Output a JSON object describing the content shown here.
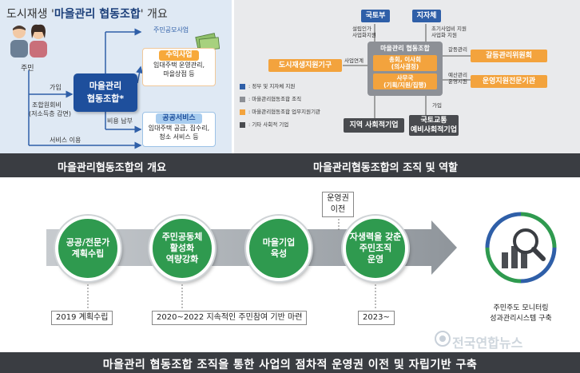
{
  "left_panel": {
    "title_prefix": "도시재생 '",
    "title_bold": "마을관리 협동조합",
    "title_suffix": "' 개요",
    "resident_label": "주민",
    "join_label": "가입",
    "union_fee_label": "조합원회비",
    "union_fee_note": "(저소득층 감면)",
    "coop_name_line1": "마을관리",
    "coop_name_line2": "협동조합*",
    "public_project_label": "주민공모사업",
    "revenue_header": "수익사업",
    "revenue_desc_line1": "임대주택 운영관리,",
    "revenue_desc_line2": "마을상점 등",
    "public_service_header": "공공서비스",
    "public_service_desc_line1": "임대주택 공급, 집수리,",
    "public_service_desc_line2": "청소 서비스 등",
    "cost_payment_label": "비용 납부",
    "service_use_label": "서비스 이용"
  },
  "right_panel": {
    "molit": "국토부",
    "local_gov": "지자체",
    "molit_note_line1": "설립인가",
    "molit_note_line2": "사업화지원",
    "local_note_line1": "초기사업비 지원",
    "local_note_line2": "사업화 지원",
    "center_title": "마을관리 협동조합",
    "general_meeting_line1": "총회, 이사회",
    "general_meeting_line2": "(의사결정)",
    "secretariat_line1": "사무국",
    "secretariat_line2": "(기획/지원/집행)",
    "urban_support": "도시재생지원기구",
    "business_support_label": "사업연계",
    "conflict_label": "갈등관리",
    "conflict_committee": "갈등관리위원회",
    "budget_label_line1": "예산관리",
    "budget_label_line2": "운영지원",
    "ops_support_agency": "운영지원전문기관",
    "local_social": "지역 사회적기업",
    "join_label": "가입",
    "molit_traffic_line1": "국토교통",
    "molit_traffic_line2": "예비사회적기업",
    "legend": [
      {
        "color": "#2f5fa8",
        "text": ": 정부 및 지자체 지원"
      },
      {
        "color": "#8d9096",
        "text": ": 마을관리협동조합 조직"
      },
      {
        "color": "#f3a33d",
        "text": ": 마을관리협동조합 업무지원기관"
      },
      {
        "color": "#494b4f",
        "text": ": 기타 사회적 기업"
      }
    ]
  },
  "captions": {
    "left": "마을관리협동조합의 개요",
    "right": "마을관리협동조합의 조직 및 역할"
  },
  "timeline": {
    "stages": [
      {
        "line1": "공공/전문가",
        "line2": "계획수립",
        "line3": "",
        "label": "2019 계획수립"
      },
      {
        "line1": "주민공동체",
        "line2": "활성화",
        "line3": "역량강화",
        "label": "2020~2022 지속적인 주민참여 기반 마련"
      },
      {
        "line1": "마을기업",
        "line2": "육성",
        "line3": "",
        "label": ""
      },
      {
        "line1": "자생력을 갖춘",
        "line2": "주민조직",
        "line3": "운영",
        "label": "2023~"
      }
    ],
    "handover_line1": "운영권",
    "handover_line2": "이전",
    "monitoring_line1": "주민주도 모니터링",
    "monitoring_line2": "성과관리시스템 구축"
  },
  "bottom_caption": "마을관리 협동조합 조직을 통한 사업의 점차적 운영권 이전 및 자립기반 구축",
  "watermark": "전국연합뉴스",
  "colors": {
    "navy": "#1e4f9c",
    "green": "#2f9a4f",
    "orange": "#f3a33d",
    "dark_bar": "#3a3d42"
  }
}
